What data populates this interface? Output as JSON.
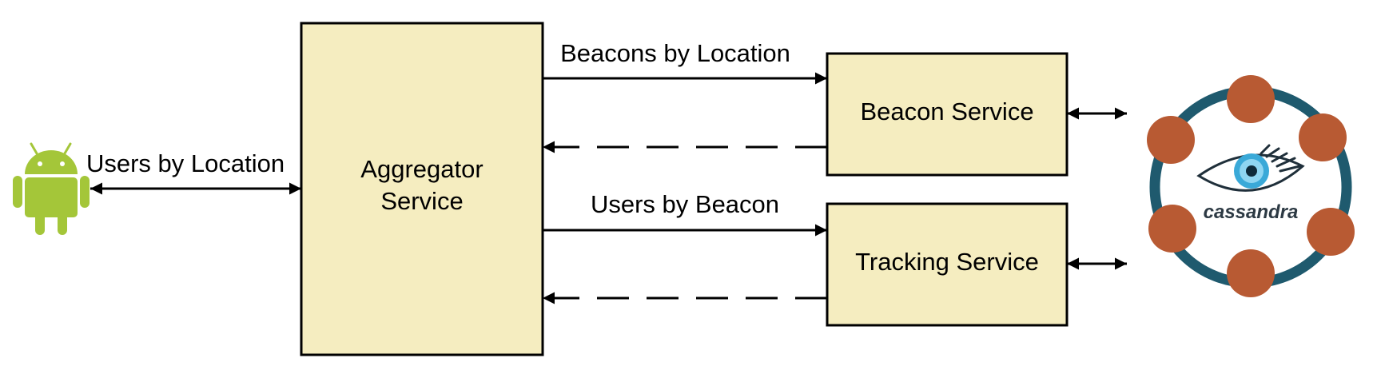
{
  "diagram": {
    "edge_labels": {
      "users_by_location": "Users by Location",
      "beacons_by_location": "Beacons by Location",
      "users_by_beacon": "Users by Beacon"
    },
    "nodes": {
      "aggregator_line1": "Aggregator",
      "aggregator_line2": "Service",
      "beacon_service": "Beacon Service",
      "tracking_service": "Tracking Service"
    },
    "cassandra": {
      "wordmark": "cassandra",
      "ring_color": "#1f5a6e",
      "node_color": "#b85a33"
    },
    "android": {
      "icon": "android-icon",
      "color": "#a4c639"
    },
    "box_fill": "#f5edc0"
  }
}
